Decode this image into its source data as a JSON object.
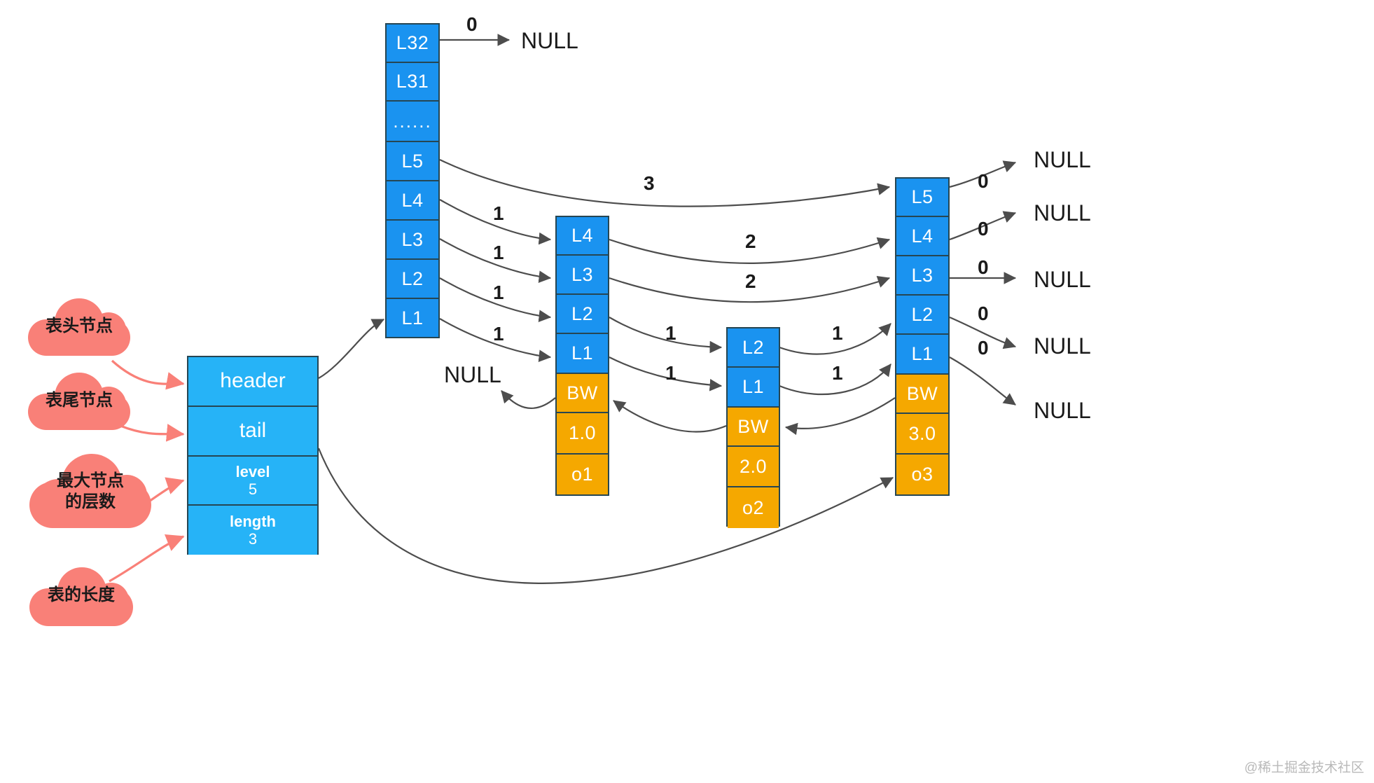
{
  "diagram": {
    "title": "Redis zskiplist structure",
    "colors": {
      "node_blue": "#1a93f0",
      "info_blue": "#26b3f7",
      "node_orange": "#f5a800",
      "cloud_pink": "#f98078",
      "border": "#264653",
      "wire": "#4d4d4d",
      "cloud_arrow": "#f98078",
      "watermark": "#b9b9b9"
    },
    "watermark": "@稀土掘金技术社区"
  },
  "info_box": {
    "rows": [
      {
        "label": "header",
        "value": ""
      },
      {
        "label": "tail",
        "value": ""
      },
      {
        "label": "level",
        "value": "5"
      },
      {
        "label": "length",
        "value": "3"
      }
    ]
  },
  "clouds": [
    {
      "id": "cloud-header",
      "text": "表头节点"
    },
    {
      "id": "cloud-tail",
      "text": "表尾节点"
    },
    {
      "id": "cloud-level",
      "text": "最大节点\n的层数"
    },
    {
      "id": "cloud-length",
      "text": "表的长度"
    }
  ],
  "nodes": [
    {
      "id": "header-node",
      "name": "header-node",
      "levels": [
        "L32",
        "L31",
        "......",
        "L5",
        "L4",
        "L3",
        "L2",
        "L1"
      ],
      "backward": null,
      "score": null,
      "member": null
    },
    {
      "id": "node-o1",
      "name": "node-o1",
      "levels": [
        "L4",
        "L3",
        "L2",
        "L1"
      ],
      "backward": "BW",
      "score": "1.0",
      "member": "o1"
    },
    {
      "id": "node-o2",
      "name": "node-o2",
      "levels": [
        "L2",
        "L1"
      ],
      "backward": "BW",
      "score": "2.0",
      "member": "o2"
    },
    {
      "id": "node-o3",
      "name": "node-o3",
      "levels": [
        "L5",
        "L4",
        "L3",
        "L2",
        "L1"
      ],
      "backward": "BW",
      "score": "3.0",
      "member": "o3"
    }
  ],
  "span_labels": {
    "header_l32_to_null": "0",
    "header_l5_to_o3": "3",
    "header_l4_to_o1": "1",
    "header_l3_to_o1": "1",
    "header_l2_to_o1": "1",
    "header_l1_to_o1": "1",
    "o1_l4_to_o3": "2",
    "o1_l3_to_o3": "2",
    "o1_l2_to_o2": "1",
    "o1_l1_to_o2": "1",
    "o2_l2_to_o3": "1",
    "o2_l1_to_o3": "1",
    "o3_l5_to_null": "0",
    "o3_l4_to_null": "0",
    "o3_l3_to_null": "0",
    "o3_l2_to_null": "0",
    "o3_l1_to_null": "0"
  },
  "null_labels": {
    "header_top": "NULL",
    "o1_backward": "NULL",
    "o3_l5": "NULL",
    "o3_l4": "NULL",
    "o3_l3": "NULL",
    "o3_l2": "NULL",
    "o3_l1": "NULL"
  }
}
